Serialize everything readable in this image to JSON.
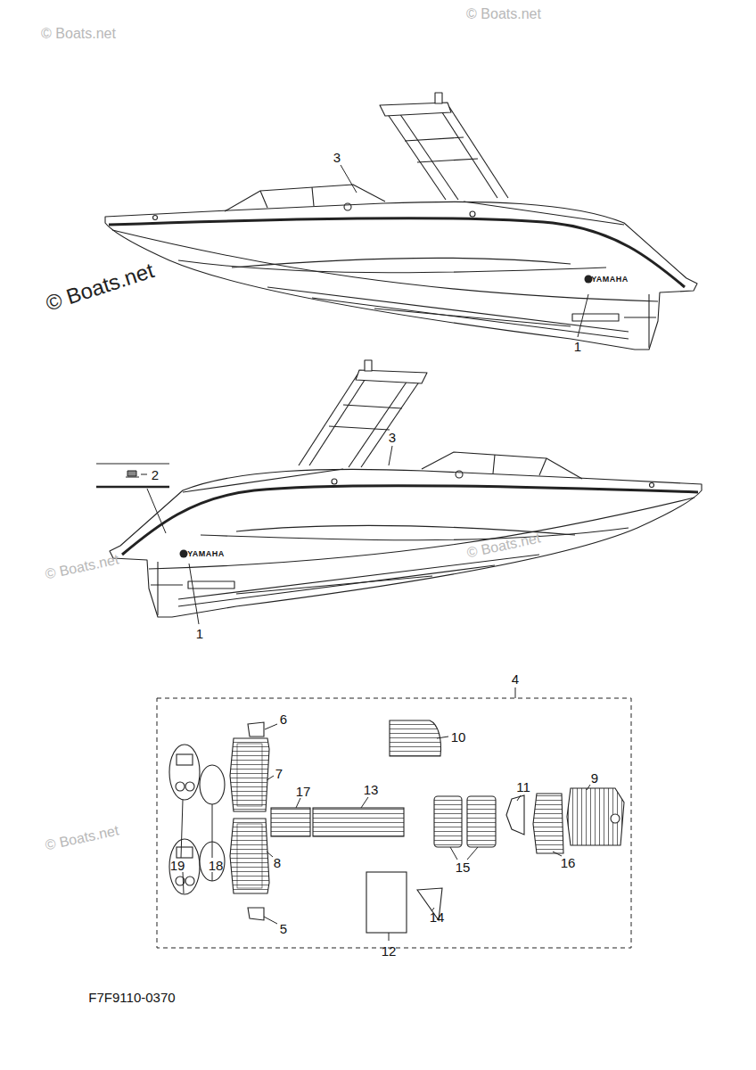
{
  "diagram": {
    "labels": [
      "© Boats.net",
      "© Boats.net",
      "3",
      "© Boats.net",
      "YAMAHA",
      "1",
      "2",
      "3",
      "YAMAHA",
      "© Boats.net",
      "© Boats.net",
      "1",
      "4",
      "6",
      "10",
      "7",
      "17",
      "13",
      "11",
      "9",
      "© Boats.net",
      "19",
      "18",
      "15",
      "16",
      "8",
      "5",
      "14",
      "12",
      "F7F9110-0370"
    ]
  }
}
